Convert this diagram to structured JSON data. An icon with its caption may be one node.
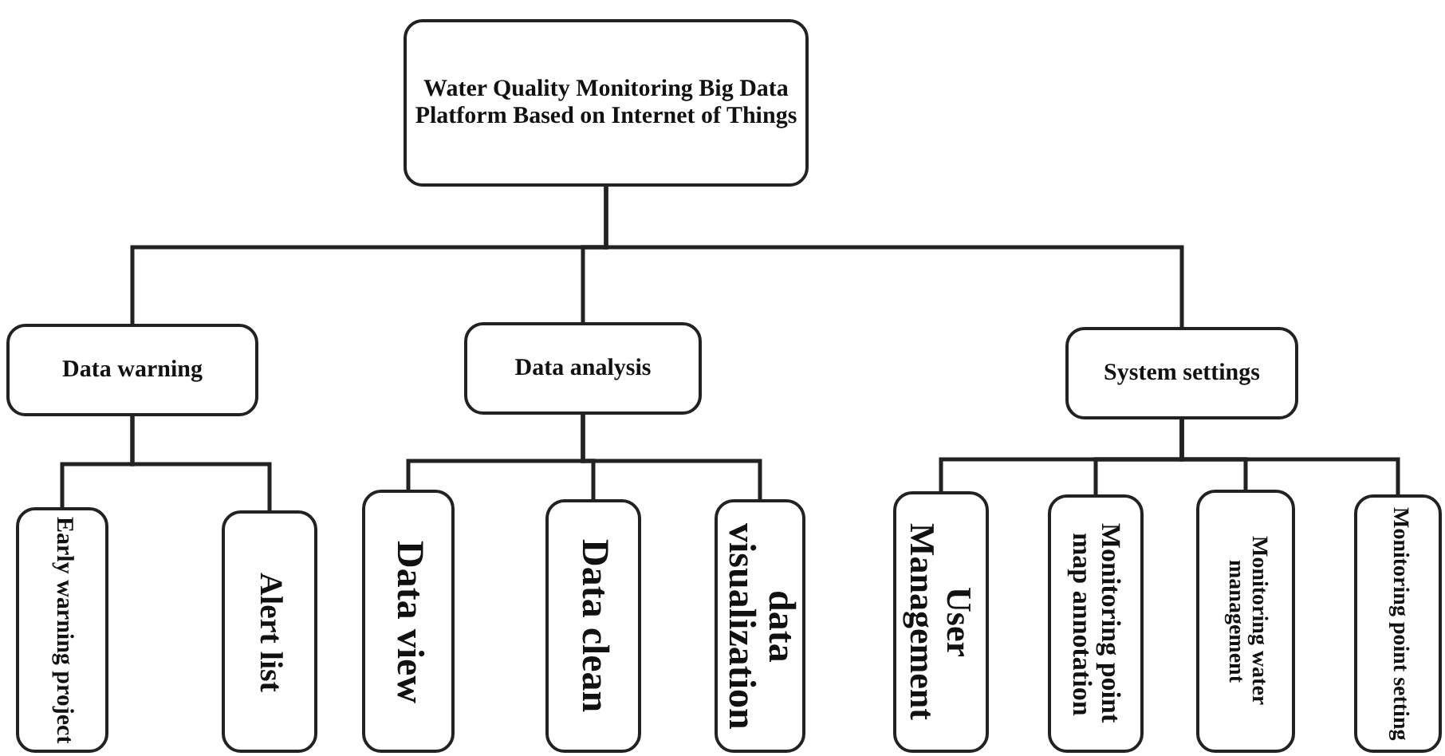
{
  "diagram": {
    "nodes": [
      {
        "text": [
          "Water Quality Monitoring Big Data Platform Based on Internet of Things"
        ]
      },
      {
        "text": [
          "Data warning"
        ]
      },
      {
        "text": [
          "Data analysis"
        ]
      },
      {
        "text": [
          "System settings"
        ]
      },
      {
        "text": [
          "Early warning project"
        ]
      },
      {
        "text": [
          "Alert list"
        ]
      },
      {
        "text": [
          "Data view"
        ]
      },
      {
        "text": [
          "Data clean"
        ]
      },
      {
        "text": [
          "data visualization"
        ]
      },
      {
        "text": [
          "User Management"
        ]
      },
      {
        "text": [
          "Monitoring point map annotation"
        ]
      },
      {
        "text": [
          "Monitoring water management"
        ]
      },
      {
        "text": [
          "Monitoring point setting"
        ]
      }
    ],
    "edges": [
      {
        "from": 0,
        "to": 1,
        "arrow": "none"
      },
      {
        "from": 0,
        "to": 2,
        "arrow": "none"
      },
      {
        "from": 0,
        "to": 3,
        "arrow": "none"
      },
      {
        "from": 1,
        "to": 4,
        "arrow": "none"
      },
      {
        "from": 1,
        "to": 5,
        "arrow": "none"
      },
      {
        "from": 2,
        "to": 6,
        "arrow": "none"
      },
      {
        "from": 2,
        "to": 7,
        "arrow": "none"
      },
      {
        "from": 2,
        "to": 8,
        "arrow": "none"
      },
      {
        "from": 3,
        "to": 9,
        "arrow": "none"
      },
      {
        "from": 3,
        "to": 10,
        "arrow": "none"
      },
      {
        "from": 3,
        "to": 11,
        "arrow": "none"
      },
      {
        "from": 3,
        "to": 12,
        "arrow": "none"
      }
    ]
  }
}
